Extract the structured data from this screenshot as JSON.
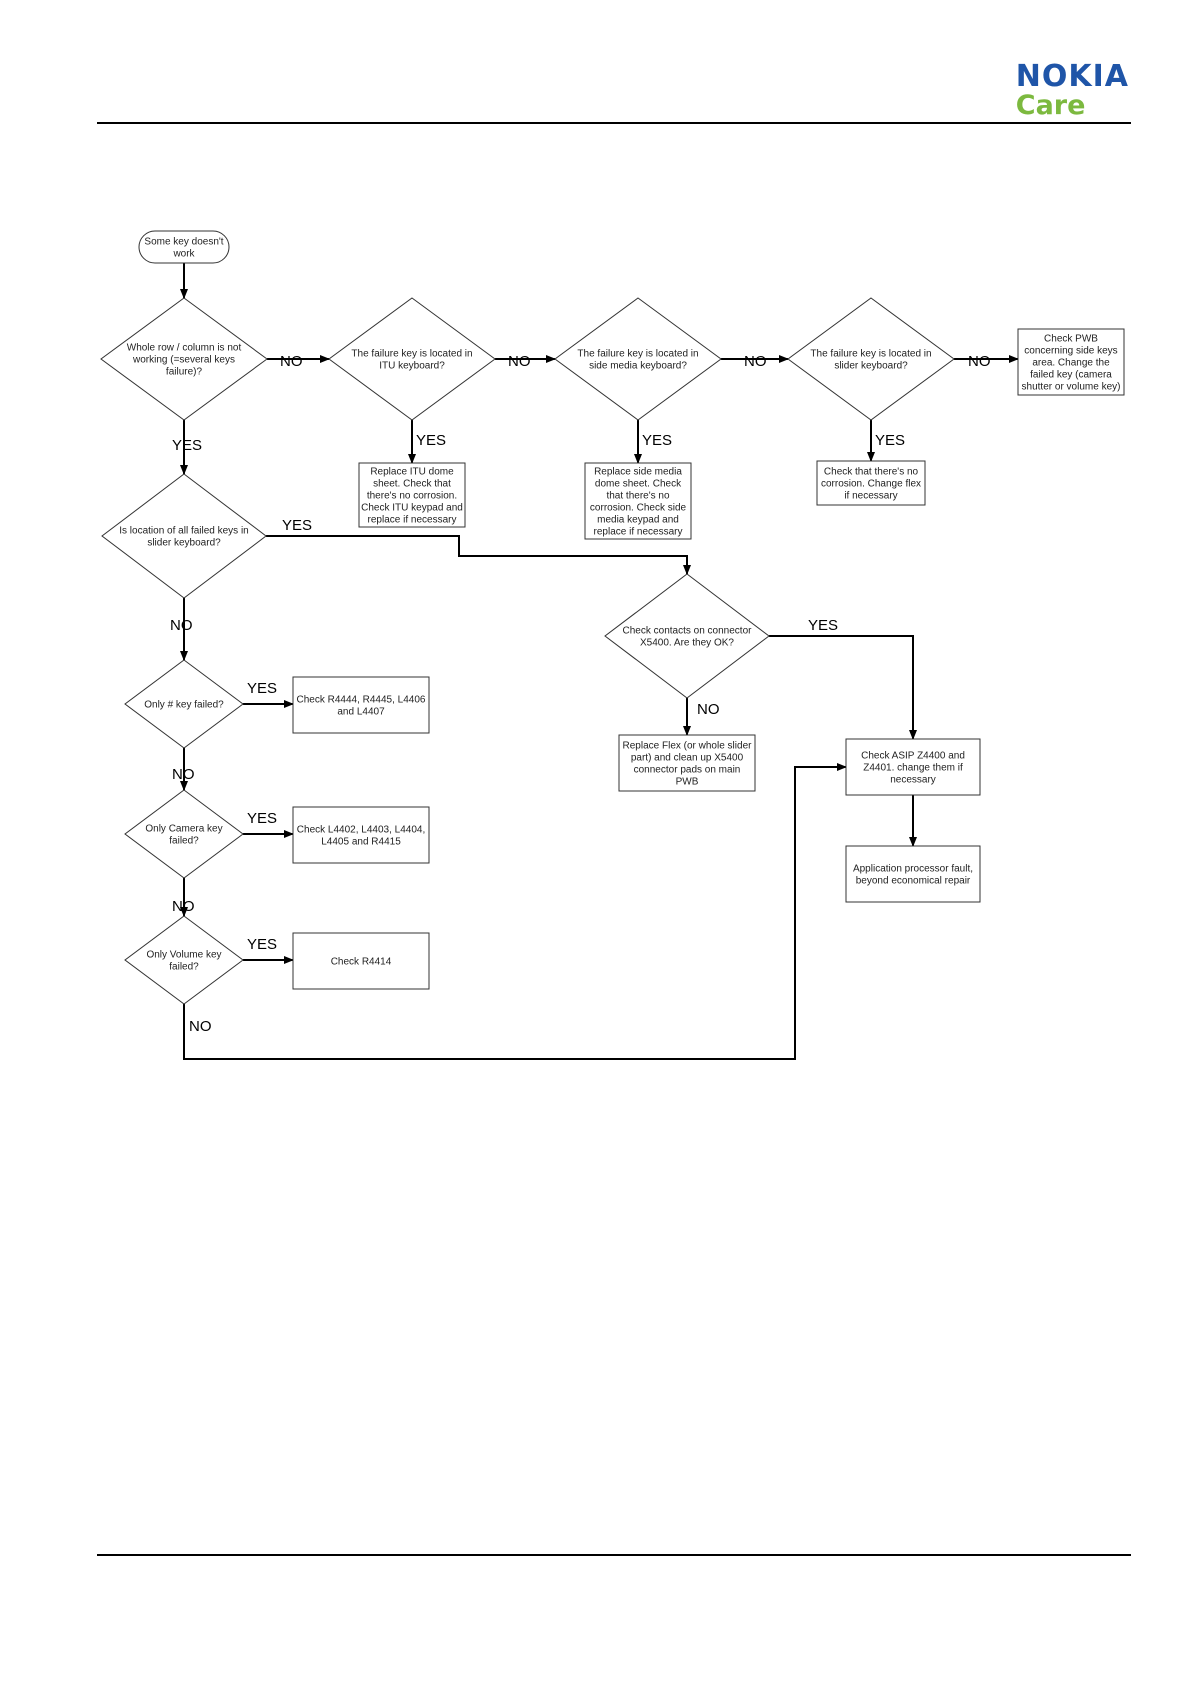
{
  "header": {
    "logo_brand": "NOKIA",
    "logo_sub": "Care",
    "brand_color": "#1f55a8",
    "care_color": "#7cb93f"
  },
  "flowchart": {
    "nodes": [
      {
        "id": "start",
        "shape": "terminal",
        "lines": [
          "Some key doesn't",
          "work"
        ]
      },
      {
        "id": "q_row",
        "shape": "decision",
        "lines": [
          "Whole row / column is not",
          "working (=several keys",
          "failure)?"
        ]
      },
      {
        "id": "q_itu",
        "shape": "decision",
        "lines": [
          "The failure key is located in",
          "ITU keyboard?"
        ]
      },
      {
        "id": "q_side",
        "shape": "decision",
        "lines": [
          "The failure key is located in",
          "side media keyboard?"
        ]
      },
      {
        "id": "q_slider",
        "shape": "decision",
        "lines": [
          "The failure key is located in",
          "slider keyboard?"
        ]
      },
      {
        "id": "a_pwb",
        "shape": "process",
        "lines": [
          "Check PWB",
          "concerning side keys",
          "area. Change the",
          "failed key (camera",
          "shutter or volume key)"
        ]
      },
      {
        "id": "a_itu",
        "shape": "process",
        "lines": [
          "Replace ITU dome",
          "sheet. Check that",
          "there's no corrosion.",
          "Check ITU keypad and",
          "replace if necessary"
        ]
      },
      {
        "id": "a_side",
        "shape": "process",
        "lines": [
          "Replace side media",
          "dome sheet. Check",
          "that there's no",
          "corrosion. Check side",
          "media keypad and",
          "replace if necessary"
        ]
      },
      {
        "id": "a_slider",
        "shape": "process",
        "lines": [
          "Check that there's no",
          "corrosion. Change flex",
          "if necessary"
        ]
      },
      {
        "id": "q_all_slider",
        "shape": "decision",
        "lines": [
          "Is location of all failed keys in",
          "slider keyboard?"
        ]
      },
      {
        "id": "q_contacts",
        "shape": "decision",
        "lines": [
          "Check contacts on connector",
          "X5400. Are they OK?"
        ]
      },
      {
        "id": "a_flex",
        "shape": "process",
        "lines": [
          "Replace Flex (or whole slider",
          "part) and clean up X5400",
          "connector pads on main",
          "PWB"
        ]
      },
      {
        "id": "a_asip",
        "shape": "process",
        "lines": [
          "Check ASIP Z4400 and",
          "Z4401. change them if",
          "necessary"
        ]
      },
      {
        "id": "a_proc",
        "shape": "process",
        "lines": [
          "Application processor fault,",
          "beyond economical repair"
        ]
      },
      {
        "id": "q_hash",
        "shape": "decision",
        "lines": [
          "Only # key failed?"
        ]
      },
      {
        "id": "a_hash",
        "shape": "process",
        "lines": [
          "Check R4444, R4445, L4406",
          "and L4407"
        ]
      },
      {
        "id": "q_camera",
        "shape": "decision",
        "lines": [
          "Only Camera key",
          "failed?"
        ]
      },
      {
        "id": "a_camera",
        "shape": "process",
        "lines": [
          "Check L4402, L4403, L4404,",
          "L4405 and R4415"
        ]
      },
      {
        "id": "q_volume",
        "shape": "decision",
        "lines": [
          "Only Volume key",
          "failed?"
        ]
      },
      {
        "id": "a_volume",
        "shape": "process",
        "lines": [
          "Check R4414"
        ]
      }
    ],
    "edges": [
      {
        "from": "start",
        "to": "q_row",
        "label": ""
      },
      {
        "from": "q_row",
        "to": "q_itu",
        "label": "NO"
      },
      {
        "from": "q_itu",
        "to": "q_side",
        "label": "NO"
      },
      {
        "from": "q_side",
        "to": "q_slider",
        "label": "NO"
      },
      {
        "from": "q_slider",
        "to": "a_pwb",
        "label": "NO"
      },
      {
        "from": "q_row",
        "to": "q_all_slider",
        "label": "YES"
      },
      {
        "from": "q_itu",
        "to": "a_itu",
        "label": "YES"
      },
      {
        "from": "q_side",
        "to": "a_side",
        "label": "YES"
      },
      {
        "from": "q_slider",
        "to": "a_slider",
        "label": "YES"
      },
      {
        "from": "q_all_slider",
        "to": "q_contacts",
        "label": "YES"
      },
      {
        "from": "q_all_slider",
        "to": "q_hash",
        "label": "NO"
      },
      {
        "from": "q_contacts",
        "to": "a_asip",
        "label": "YES"
      },
      {
        "from": "q_contacts",
        "to": "a_flex",
        "label": "NO"
      },
      {
        "from": "a_asip",
        "to": "a_proc",
        "label": ""
      },
      {
        "from": "q_hash",
        "to": "a_hash",
        "label": "YES"
      },
      {
        "from": "q_hash",
        "to": "q_camera",
        "label": "NO"
      },
      {
        "from": "q_camera",
        "to": "a_camera",
        "label": "YES"
      },
      {
        "from": "q_camera",
        "to": "q_volume",
        "label": "NO"
      },
      {
        "from": "q_volume",
        "to": "a_volume",
        "label": "YES"
      },
      {
        "from": "q_volume",
        "to": "a_asip",
        "label": "NO"
      }
    ]
  }
}
